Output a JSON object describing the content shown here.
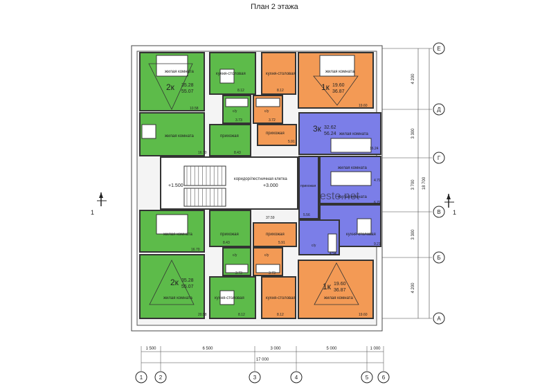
{
  "title": "План 2 этажа",
  "rooms": {
    "living": "жилая комната",
    "kitchen": "кухня-столовая",
    "hall": "прихожая",
    "bath": "с/у",
    "stair": "коридор/лестничная клетка"
  },
  "apartments": {
    "a1": {
      "label": "2к",
      "living_area": "35.28",
      "total_area": "55.07",
      "areas": [
        "10.58",
        "8.12",
        "3.73",
        "16.70",
        "8.43"
      ]
    },
    "a2": {
      "label": "1к",
      "living_area": "19.60",
      "total_area": "36.87",
      "areas": [
        "8.12",
        "3.72",
        "19.60",
        "5.91"
      ]
    },
    "a3": {
      "label": "3к",
      "living_area": "32.62",
      "total_area": "56.24",
      "areas": [
        "16.24",
        "4.79",
        "6.79",
        "5.56",
        "9.21",
        "4.94"
      ]
    },
    "a4": {
      "label": "2к",
      "living_area": "35.28",
      "total_area": "55.07",
      "areas": [
        "16.70",
        "8.43",
        "3.73",
        "20.58",
        "8.12"
      ]
    },
    "a5": {
      "label": "1к",
      "living_area": "19.60",
      "total_area": "36.87",
      "areas": [
        "5.91",
        "3.73",
        "8.12",
        "19.60"
      ]
    }
  },
  "levels": {
    "l1": "+1.500",
    "l2": "+3.000"
  },
  "corridor_area": "37.59",
  "axes_rows": [
    "Е",
    "Д",
    "Г",
    "В",
    "Б",
    "А"
  ],
  "axes_cols": [
    "1",
    "2",
    "3",
    "4",
    "5",
    "6"
  ],
  "dims_right": [
    "4 200",
    "3 300",
    "3 700",
    "3 300",
    "4 200",
    "18 700"
  ],
  "dims_bottom": [
    "1 500",
    "6 500",
    "3 000",
    "5 000",
    "1 000",
    "17 000"
  ],
  "section_mark": "1",
  "watermark": "este.net",
  "colors": {
    "green": "#5dbb4a",
    "orange": "#f39a55",
    "blue": "#7b7ee8",
    "wall": "#333333"
  }
}
